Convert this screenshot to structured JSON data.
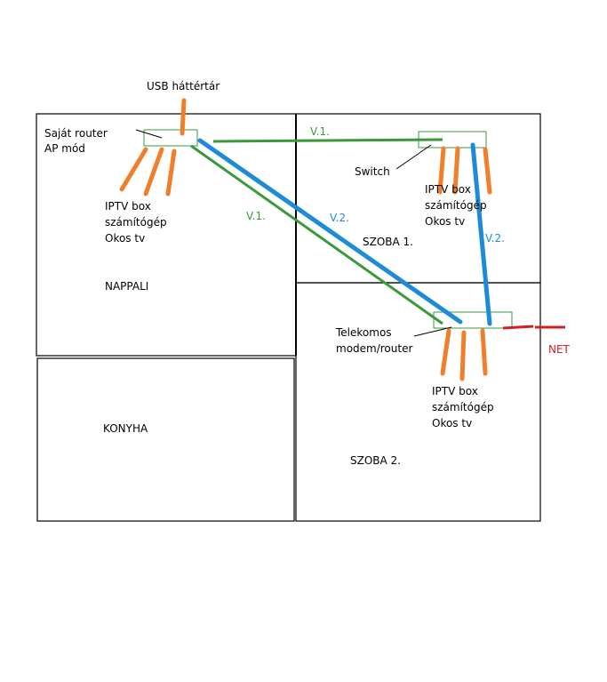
{
  "labels": {
    "usb": "USB háttértár",
    "router_line1": "Saját router",
    "router_line2": "AP mód",
    "nappali_dev1": "IPTV box",
    "nappali_dev2": "számítógép",
    "nappali_dev3": "Okos tv",
    "nappali": "NAPPALI",
    "konyha": "KONYHA",
    "switch": "Switch",
    "szoba1_dev1": "IPTV box",
    "szoba1_dev2": "számítógép",
    "szoba1_dev3": "Okos tv",
    "szoba1": "SZOBA 1.",
    "modem_line1": "Telekomos",
    "modem_line2": "modem/router",
    "szoba2_dev1": "IPTV box",
    "szoba2_dev2": "számítógép",
    "szoba2_dev3": "Okos tv",
    "szoba2": "SZOBA 2.",
    "net": "NET",
    "v1_top": "V.1.",
    "v1_diag": "V.1.",
    "v2_diag": "V.2.",
    "v2_right": "V.2."
  },
  "colors": {
    "wall": "#000000",
    "device": "#f07f2a",
    "v1_cable": "#3a9a3a",
    "v2_cable": "#1c8cd8",
    "net_cable": "#d02020"
  }
}
